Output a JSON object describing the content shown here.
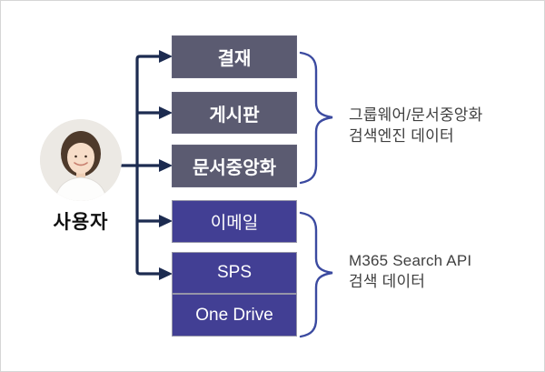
{
  "user": {
    "label": "사용자"
  },
  "boxes": [
    {
      "label": "결재",
      "group": "groupware"
    },
    {
      "label": "게시판",
      "group": "groupware"
    },
    {
      "label": "문서중앙화",
      "group": "groupware"
    },
    {
      "label": "이메일",
      "group": "m365"
    },
    {
      "label": "SPS",
      "group": "m365"
    },
    {
      "label": "One Drive",
      "group": "m365"
    }
  ],
  "groups": [
    {
      "line1": "그룹웨어/문서중앙화",
      "line2": "검색엔진 데이터"
    },
    {
      "line1": "M365 Search API",
      "line2": "검색 데이터"
    }
  ],
  "colors": {
    "groupware_box": "#5B5B71",
    "m365_box": "#423F94",
    "connector_line": "#1C2B50",
    "brace": "#3B4AA0",
    "annotation_text": "#3F3F3F",
    "box_text": "#FFFFFF",
    "canvas_border": "#D6D6D6"
  }
}
